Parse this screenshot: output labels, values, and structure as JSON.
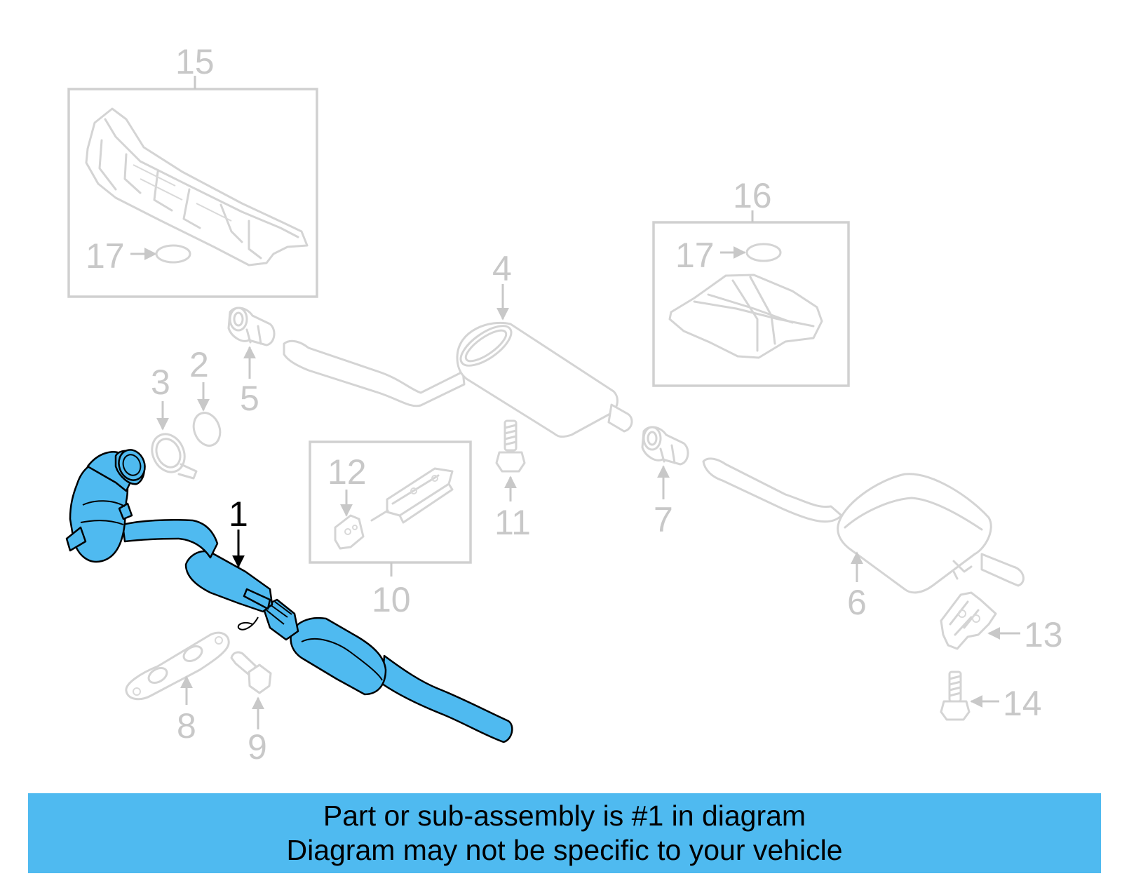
{
  "callouts": {
    "c1": "1",
    "c2": "2",
    "c3": "3",
    "c4": "4",
    "c5": "5",
    "c6": "6",
    "c7": "7",
    "c8": "8",
    "c9": "9",
    "c10": "10",
    "c11": "11",
    "c12": "12",
    "c13": "13",
    "c14": "14",
    "c15": "15",
    "c16": "16",
    "c17a": "17",
    "c17b": "17"
  },
  "banner": {
    "line1": "Part or sub-assembly is #1 in diagram",
    "line2": "Diagram may not be specific to your vehicle"
  },
  "colors": {
    "highlight": "#4fbaf0",
    "ghost": "#d4d4d4",
    "label": "#c8c8c8"
  }
}
